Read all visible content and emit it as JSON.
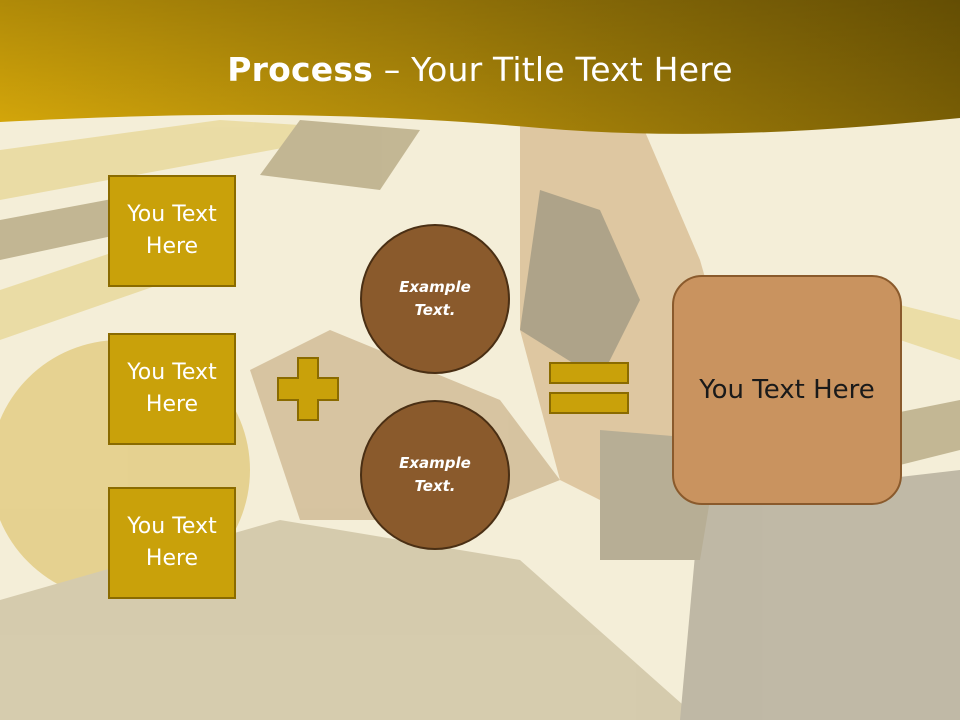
{
  "header": {
    "title_bold": "Process",
    "title_rest": " – Your Title Text Here"
  },
  "left_boxes": [
    {
      "label": "You Text Here"
    },
    {
      "label": "You Text Here"
    },
    {
      "label": "You Text Here"
    }
  ],
  "circles": [
    {
      "label": "Example Text."
    },
    {
      "label": "Example Text."
    }
  ],
  "operators": {
    "plus": "plus-icon",
    "equals": "equals-icon"
  },
  "result": {
    "label": "You Text Here"
  },
  "colors": {
    "header_gold": "#b18d0c",
    "box_fill": "#c9a10a",
    "circle_fill": "#8a5a2c",
    "result_fill": "#c9935f"
  }
}
